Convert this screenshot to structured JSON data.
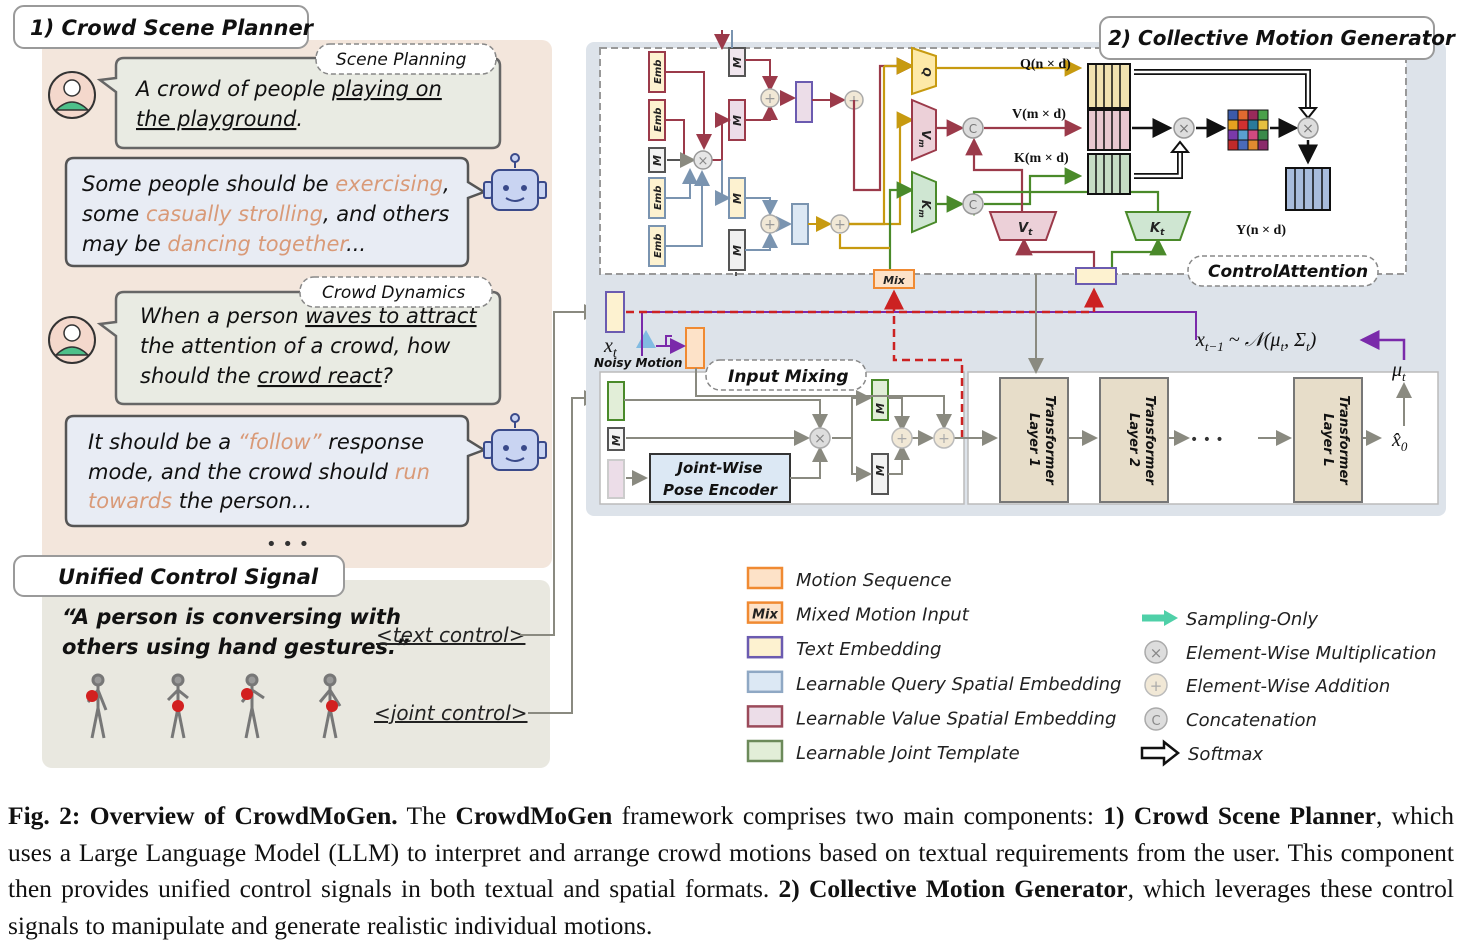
{
  "planner": {
    "title": "1) Crowd Scene Planner",
    "scene_planning_tag": "Scene Planning",
    "crowd_dynamics_tag": "Crowd Dynamics",
    "user_msg_1": [
      "A crowd of people ",
      "playing on",
      "the playground",
      "."
    ],
    "bot_msg_1": [
      "Some people should be ",
      "exercising",
      ",",
      "some ",
      "casually strolling",
      ", and others",
      "may be ",
      "dancing together",
      "..."
    ],
    "user_msg_2": [
      "When a person ",
      "waves to attract",
      "the attention of a crowd, how",
      "should the ",
      "crowd react",
      "?"
    ],
    "bot_msg_2": [
      "It should be a ",
      "“follow”",
      " response",
      "mode, and the crowd should ",
      "run",
      "towards",
      " the person..."
    ],
    "ellipsis": "• • •"
  },
  "control": {
    "title": "Unified Control Signal",
    "quote_line_1": "“A person is conversing with",
    "quote_line_2": "others using hand gestures.”",
    "text_control": "<text control>",
    "joint_control": "<joint control>"
  },
  "generator": {
    "title": "2) Collective Motion Generator",
    "control_attention": "ControlAttention",
    "input_mixing": "Input Mixing",
    "noisy_motion": "Noisy Motion",
    "emb": "Emb",
    "m_label": "M",
    "mix": "Mix",
    "q": "Q",
    "vm": "V",
    "vm_sub": "m",
    "km": "K",
    "km_sub": "m",
    "vt": "V",
    "vt_sub": "t",
    "kt": "K",
    "kt_sub": "t",
    "q_dim": "Q(n × d)",
    "v_dim": "V(m × d)",
    "k_dim": "K(m × d)",
    "y_dim": "Y(n × d)",
    "xt": "x",
    "xt_sub": "t",
    "sampling_eq": "x",
    "sampling_eq_sub": "t−1",
    "sampling_eq_rest": " ~ 𝒩(μ",
    "sampling_eq_rest_sub": "t",
    "sampling_eq_rest2": ", Σ",
    "sampling_eq_rest2_sub": "t",
    "sampling_eq_end": ")",
    "mu_t": "μ",
    "mu_t_sub": "t",
    "x0": "x̂",
    "x0_sub": "0",
    "pose_encoder_1": "Joint-Wise",
    "pose_encoder_2": "Pose Encoder",
    "layers": [
      {
        "l1": "Transformer",
        "l2": "Layer 1"
      },
      {
        "l1": "Transformer",
        "l2": "Layer 2"
      },
      {
        "l1": "Transformer",
        "l2": "Layer L"
      }
    ],
    "layer_dots": "• • •"
  },
  "legend": {
    "left": [
      {
        "label": "Motion Sequence",
        "fill": "#fde2c8",
        "stroke": "#f08a32"
      },
      {
        "label": "Mixed Motion Input",
        "fill": "#fde2c8",
        "stroke": "#f08a32",
        "box_text": "Mix"
      },
      {
        "label": "Text Embedding",
        "fill": "#fdf2d0",
        "stroke": "#6b5bb0"
      },
      {
        "label": "Learnable Query Spatial Embedding",
        "fill": "#dce8f4",
        "stroke": "#8fa8c4"
      },
      {
        "label": "Learnable Value Spatial Embedding",
        "fill": "#ecdde8",
        "stroke": "#9b4a5a"
      },
      {
        "label": "Learnable Joint Template",
        "fill": "#e2eed8",
        "stroke": "#6c8a5a"
      }
    ],
    "right": [
      {
        "label": "Sampling-Only",
        "icon": "teal-arrow"
      },
      {
        "label": "Element-Wise Multiplication",
        "icon": "times-circle"
      },
      {
        "label": "Element-Wise Addition",
        "icon": "plus-circle"
      },
      {
        "label": "Concatenation",
        "icon": "c-circle"
      },
      {
        "label": "Softmax",
        "icon": "hollow-arrow"
      }
    ]
  },
  "caption": {
    "fig": "Fig. 2: Overview of CrowdMoGen.",
    "t1": " The ",
    "name": "CrowdMoGen",
    "t2": "  framework comprises two main components: ",
    "c1": "1) Crowd Scene Planner",
    "t3": ", which uses a Large Language Model (LLM) to interpret and arrange crowd motions based on textual requirements from the user. This component then provides unified control signals in both textual and spatial formats. ",
    "c2": "2) Collective Motion Generator",
    "t4": ", which leverages these control signals to manipulate and generate realistic individual motions."
  },
  "colors": {
    "planner_bg": "#f3e6dc",
    "control_bg": "#e9e8e0",
    "generator_bg": "#dde3ea",
    "highlight": "#d99a78",
    "red_dashed": "#cc2222",
    "gold": "#c79a10",
    "green": "#4a8a2a",
    "purple": "#7a2aaa",
    "maroon": "#9b3a4a"
  }
}
